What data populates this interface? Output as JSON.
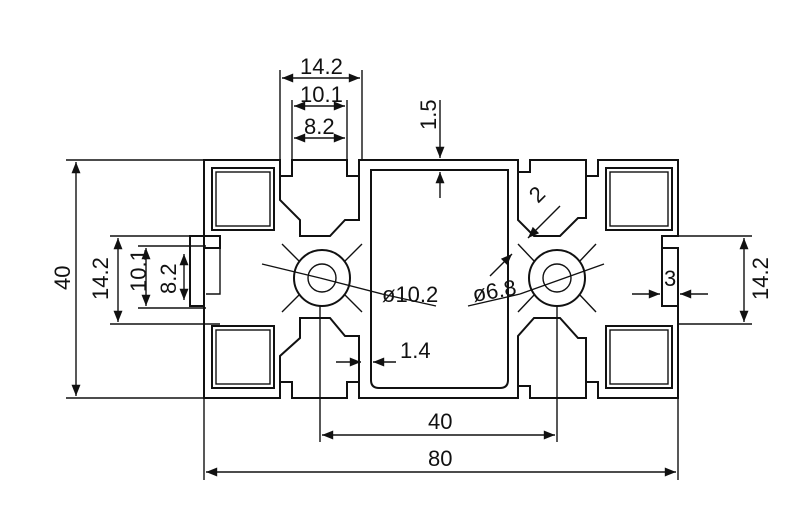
{
  "drawing": {
    "dimensions": {
      "overall_width": "80",
      "bore_spacing": "40",
      "height": "40",
      "slot_outer_top": "14.2",
      "slot_mid_top": "10.1",
      "slot_inner_top": "8.2",
      "wall_top": "1.5",
      "web": "2",
      "bore_large": "ø10.2",
      "bore_small": "ø6.8",
      "wall_inner": "1.4",
      "slot_outer_left": "14.2",
      "slot_mid_left": "10.1",
      "slot_inner_left": "8.2",
      "slot_outer_right": "14.2",
      "lip_right": "3"
    }
  }
}
